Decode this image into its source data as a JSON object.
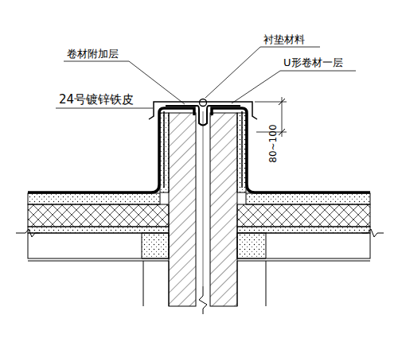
{
  "diagram": {
    "labels": [
      "卷材附加层",
      "衬垫材料",
      "U形卷材一层",
      "24号镀锌铁皮",
      "80~100"
    ]
  }
}
